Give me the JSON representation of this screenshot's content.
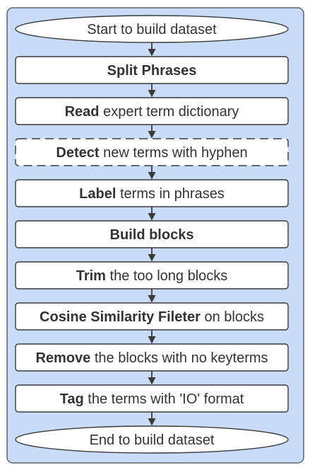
{
  "colors": {
    "panel_fill": "#c8dcf8",
    "panel_stroke": "#5a6470",
    "node_fill": "#ffffff",
    "node_stroke": "#3a3a3a",
    "arrow": "#3a3a3a",
    "text": "#333333"
  },
  "flow": {
    "steps": [
      {
        "shape": "ellipse",
        "bold": "",
        "rest": "Start to build dataset"
      },
      {
        "shape": "rect",
        "bold": "Split Phrases",
        "rest": ""
      },
      {
        "shape": "rect",
        "bold": "Read",
        "rest": " expert term dictionary"
      },
      {
        "shape": "rect-dashed",
        "bold": "Detect",
        "rest": " new terms with hyphen"
      },
      {
        "shape": "rect",
        "bold": "Label",
        "rest": " terms in phrases"
      },
      {
        "shape": "rect",
        "bold": "Build blocks",
        "rest": ""
      },
      {
        "shape": "rect",
        "bold": "Trim",
        "rest": " the too long blocks"
      },
      {
        "shape": "rect",
        "bold": "Cosine Similarity Fileter",
        "rest": " on blocks"
      },
      {
        "shape": "rect",
        "bold": "Remove",
        "rest": " the blocks with no keyterms"
      },
      {
        "shape": "rect",
        "bold": "Tag",
        "rest": " the terms with 'IO' format"
      },
      {
        "shape": "ellipse",
        "bold": "",
        "rest": "End to build dataset"
      }
    ]
  }
}
